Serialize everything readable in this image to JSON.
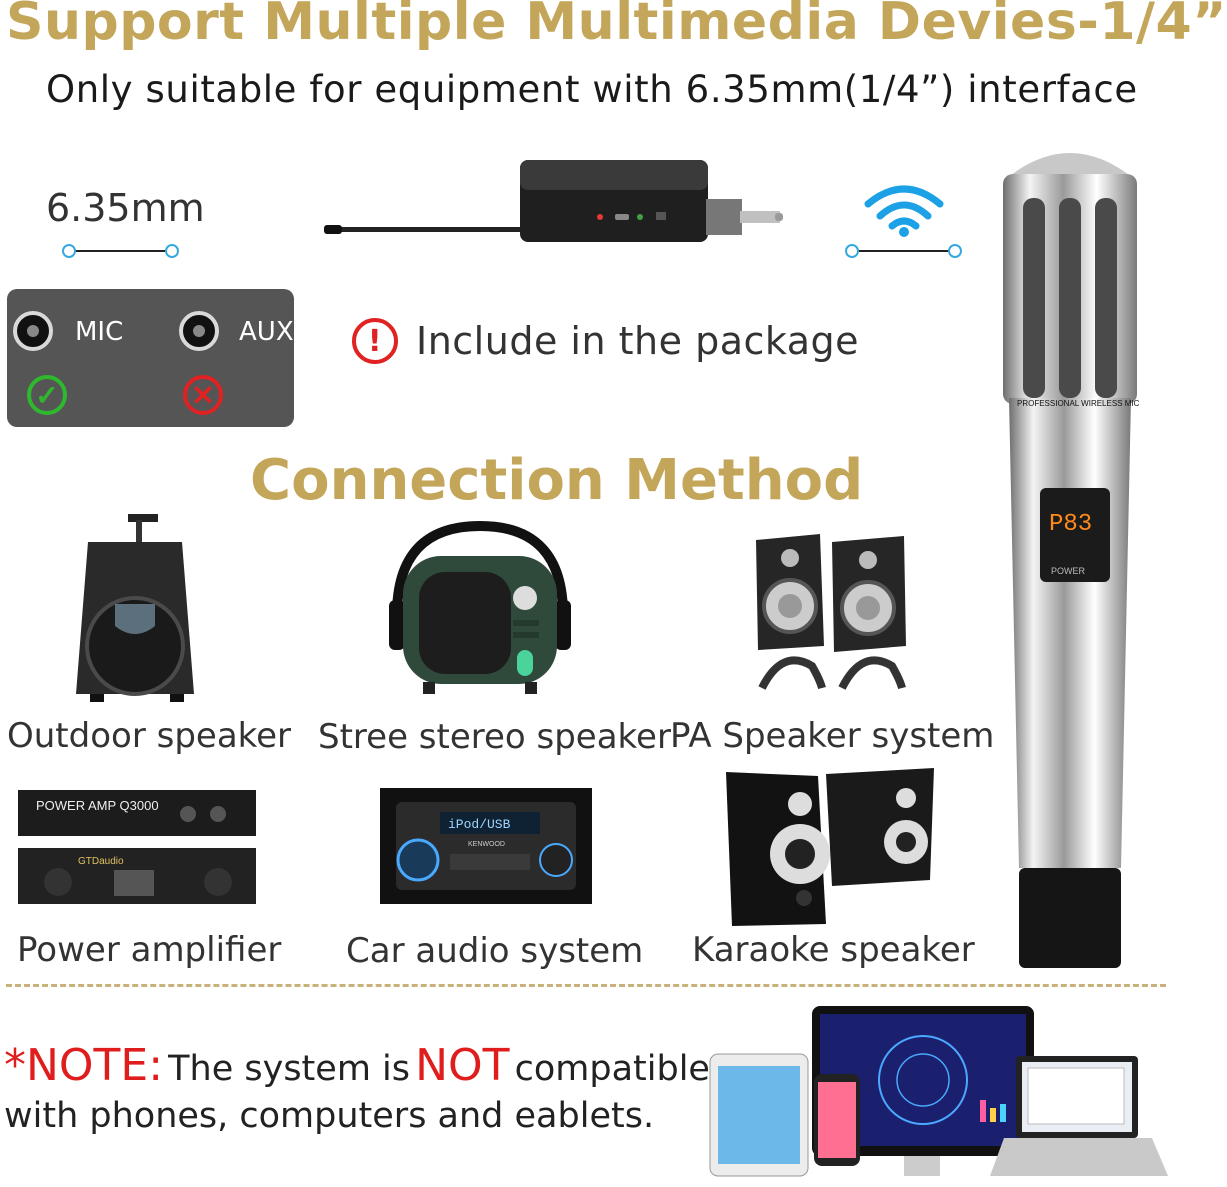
{
  "header": {
    "title": "Support Multiple Multimedia Devies-1/4”",
    "subtitle": "Only suitable for equipment with 6.35mm(1/4”) interface"
  },
  "connector": {
    "size_label": "6.35mm"
  },
  "jacks": {
    "mic": {
      "label": "MIC",
      "status_icon": "check-icon"
    },
    "aux": {
      "label": "AUX",
      "status_icon": "cross-icon"
    }
  },
  "package_note": {
    "icon": "exclamation-icon",
    "text": "Include in the package"
  },
  "section": {
    "title": "Connection Method"
  },
  "devices": [
    {
      "label": "Outdoor speaker"
    },
    {
      "label": "Stree stereo speaker"
    },
    {
      "label": "PA Speaker system"
    },
    {
      "label": "Power amplifier"
    },
    {
      "label": "Car audio system"
    },
    {
      "label": "Karaoke speaker"
    }
  ],
  "product": {
    "mic_text": "PROFESSIONAL WIRELESS MIC",
    "display": "P83",
    "power_label": "POWER",
    "receiver_jack": "6.35mm plug"
  },
  "amp_labels": {
    "front": "POWER AMP Q3000",
    "brand": "GTDaudio"
  },
  "car_radio": {
    "display": "iPod/USB",
    "brand": "KENWOOD"
  },
  "note": {
    "prefix": "*NOTE:",
    "text_before": "The system is",
    "not": "NOT",
    "text_after": "compatible",
    "line2": "with phones, computers and eablets."
  },
  "colors": {
    "gold": "#c3a65a",
    "red": "#e01d1d",
    "wifi_blue": "#1da1e6",
    "connector_dot": "#35a8e0"
  }
}
